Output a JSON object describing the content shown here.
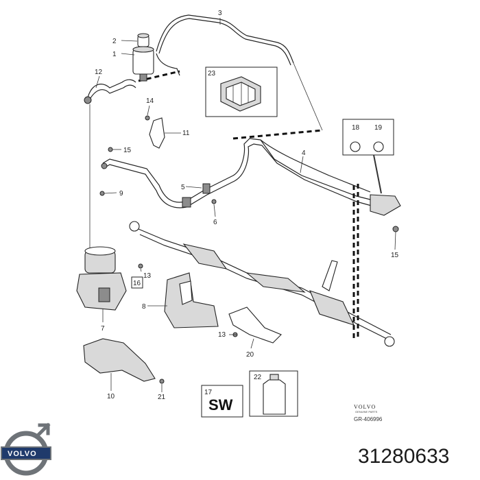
{
  "diagram": {
    "callouts": [
      "1",
      "2",
      "3",
      "4",
      "5",
      "6",
      "7",
      "8",
      "9",
      "10",
      "11",
      "12",
      "13",
      "13",
      "14",
      "15",
      "15",
      "16",
      "17",
      "18",
      "19",
      "20",
      "21",
      "22",
      "23"
    ],
    "sw_label": "SW",
    "brand_name": "VOLVO",
    "brand_sub": "GENUINE PARTS",
    "reference_code": "GR-406996"
  },
  "logo": {
    "wordmark": "VOLVO",
    "colors": {
      "ring": "#6e7378",
      "band": "#1f3a6b"
    }
  },
  "part_number": "31280633"
}
